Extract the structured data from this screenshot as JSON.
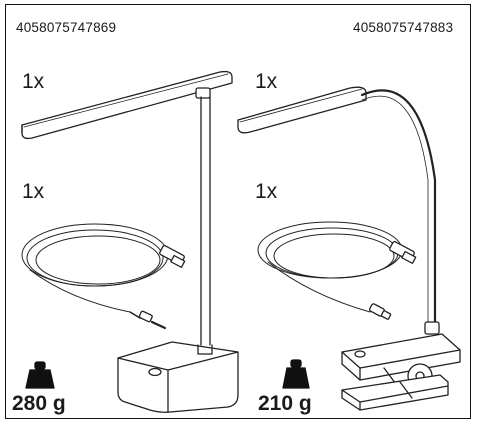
{
  "products": [
    {
      "article_number": "4058075747869",
      "lamp_qty": "1x",
      "cable_qty": "1x",
      "weight": "280 g"
    },
    {
      "article_number": "4058075747883",
      "lamp_qty": "1x",
      "cable_qty": "1x",
      "weight": "210 g"
    }
  ],
  "icons": {
    "weight": "weight-icon",
    "lamp_standing": "desk-lamp-icon",
    "lamp_clip": "clip-lamp-icon",
    "cable_dc": "usb-dc-cable-icon",
    "cable_usbc": "usb-c-cable-icon"
  },
  "colors": {
    "line": "#222222",
    "fill_dark": "#111111"
  }
}
